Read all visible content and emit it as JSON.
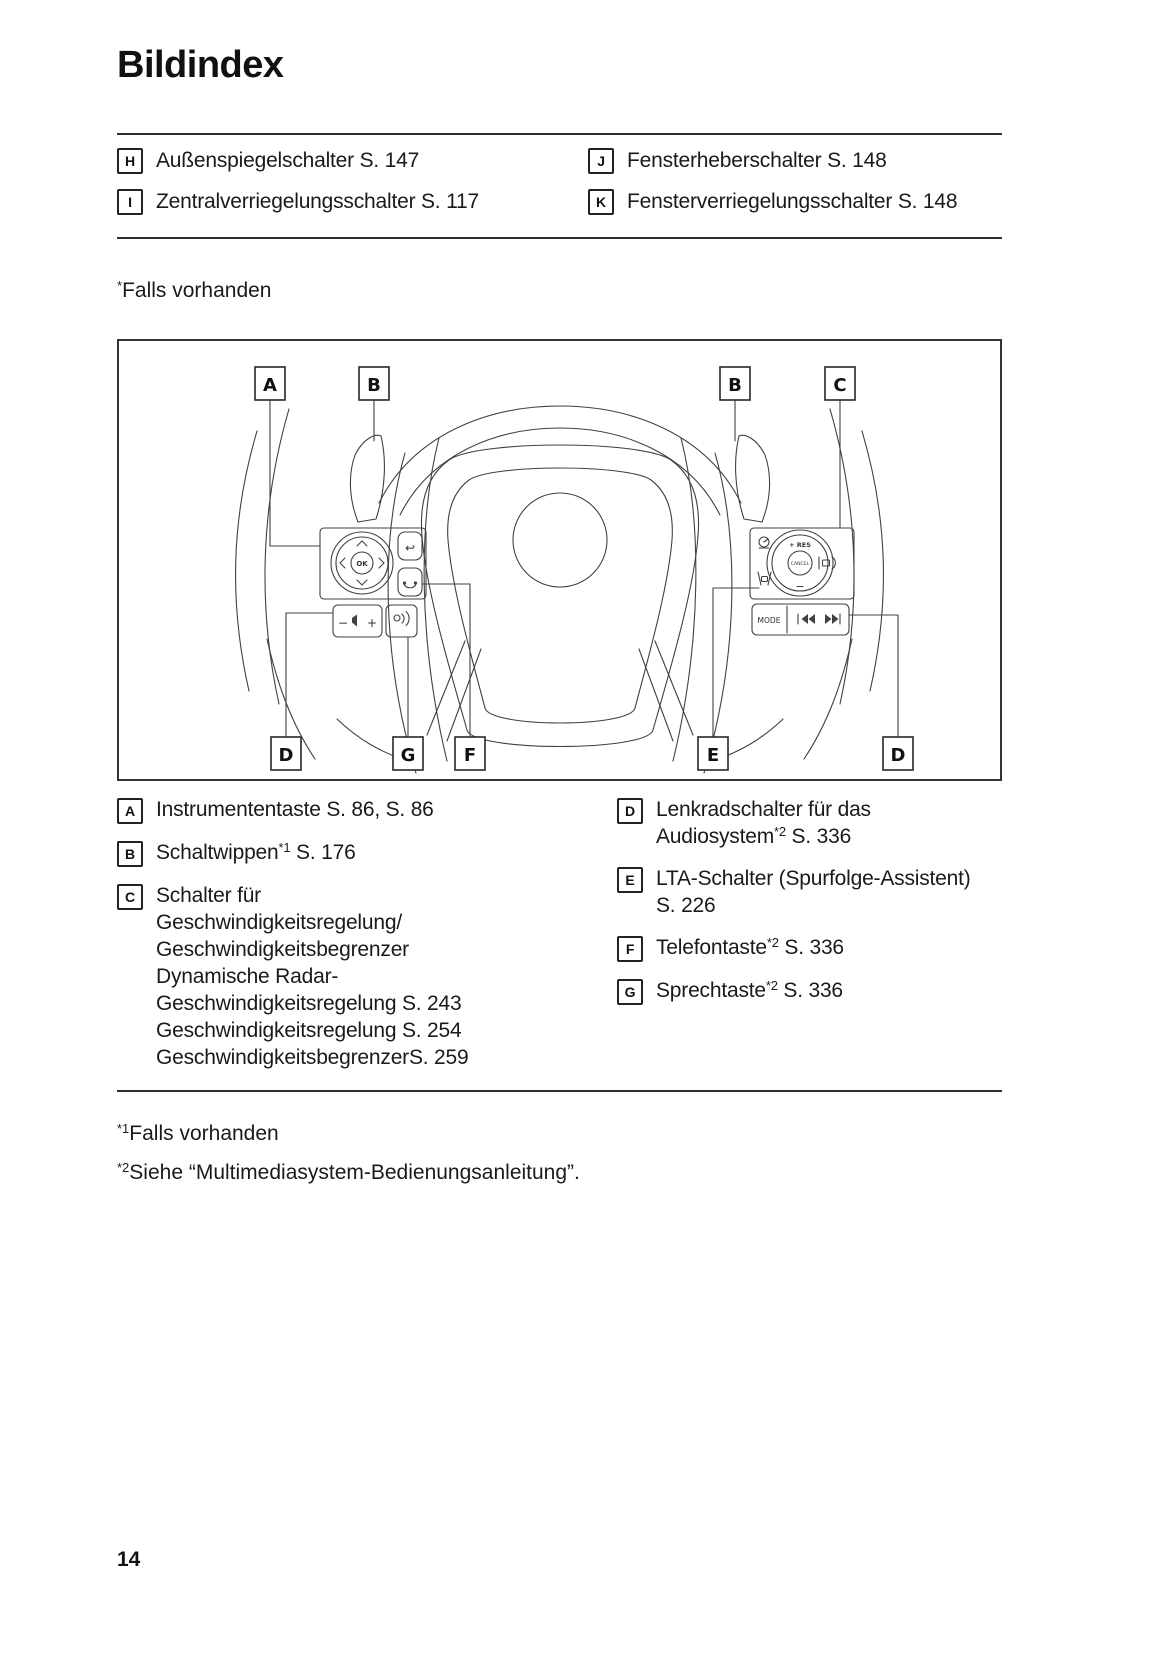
{
  "page": {
    "title": "Bildindex",
    "page_number": "14"
  },
  "colors": {
    "text": "#1a1a1a",
    "lineart": "#414141"
  },
  "top_index": {
    "left": [
      {
        "letter": "H",
        "text": "Außenspiegelschalter S. 147"
      },
      {
        "letter": "I",
        "text": "Zentralverriegelungsschalter S. 117"
      }
    ],
    "right": [
      {
        "letter": "J",
        "text": "Fensterheberschalter S. 148"
      },
      {
        "letter": "K",
        "text": "Fensterverriegelungsschalter S. 148"
      }
    ]
  },
  "note": {
    "sup": "*",
    "text": "Falls vorhanden"
  },
  "figure": {
    "description": "steering-wheel-line-drawing",
    "callouts_top": [
      "A",
      "B",
      "B",
      "C"
    ],
    "callouts_bottom": [
      "D",
      "G",
      "F",
      "E",
      "D"
    ],
    "buttons": {
      "ok": "OK",
      "res": "+ RES",
      "cancel": "CANCEL",
      "minus": "−",
      "mode": "MODE",
      "volume_minus": "−",
      "volume_plus": "+"
    }
  },
  "bottom_index": {
    "left": [
      {
        "letter": "A",
        "text": "Instrumententaste S. 86, S. 86"
      },
      {
        "letter": "B",
        "pre": "Schaltwippen",
        "sup": "*1",
        "post": " S. 176"
      },
      {
        "letter": "C",
        "lines": [
          "Schalter für",
          "Geschwindigkeitsregelung/",
          "Geschwindigkeitsbegrenzer",
          "Dynamische Radar-",
          "Geschwindigkeitsregelung S. 243",
          "Geschwindigkeitsregelung S. 254",
          "GeschwindigkeitsbegrenzerS. 259"
        ]
      }
    ],
    "right": [
      {
        "letter": "D",
        "line1": "Lenkradschalter für das",
        "line2_pre": "Audiosystem",
        "line2_sup": "*2",
        "line2_post": " S. 336"
      },
      {
        "letter": "E",
        "line1": "LTA-Schalter (Spurfolge-Assistent)",
        "line2": "S. 226"
      },
      {
        "letter": "F",
        "pre": "Telefontaste",
        "sup": "*2",
        "post": " S. 336"
      },
      {
        "letter": "G",
        "pre": "Sprechtaste",
        "sup": "*2",
        "post": " S. 336"
      }
    ]
  },
  "footnotes": [
    {
      "sup": "*1",
      "text": "Falls vorhanden"
    },
    {
      "sup": "*2",
      "text": "Siehe “Multimediasystem-Bedienungsanleitung”."
    }
  ]
}
